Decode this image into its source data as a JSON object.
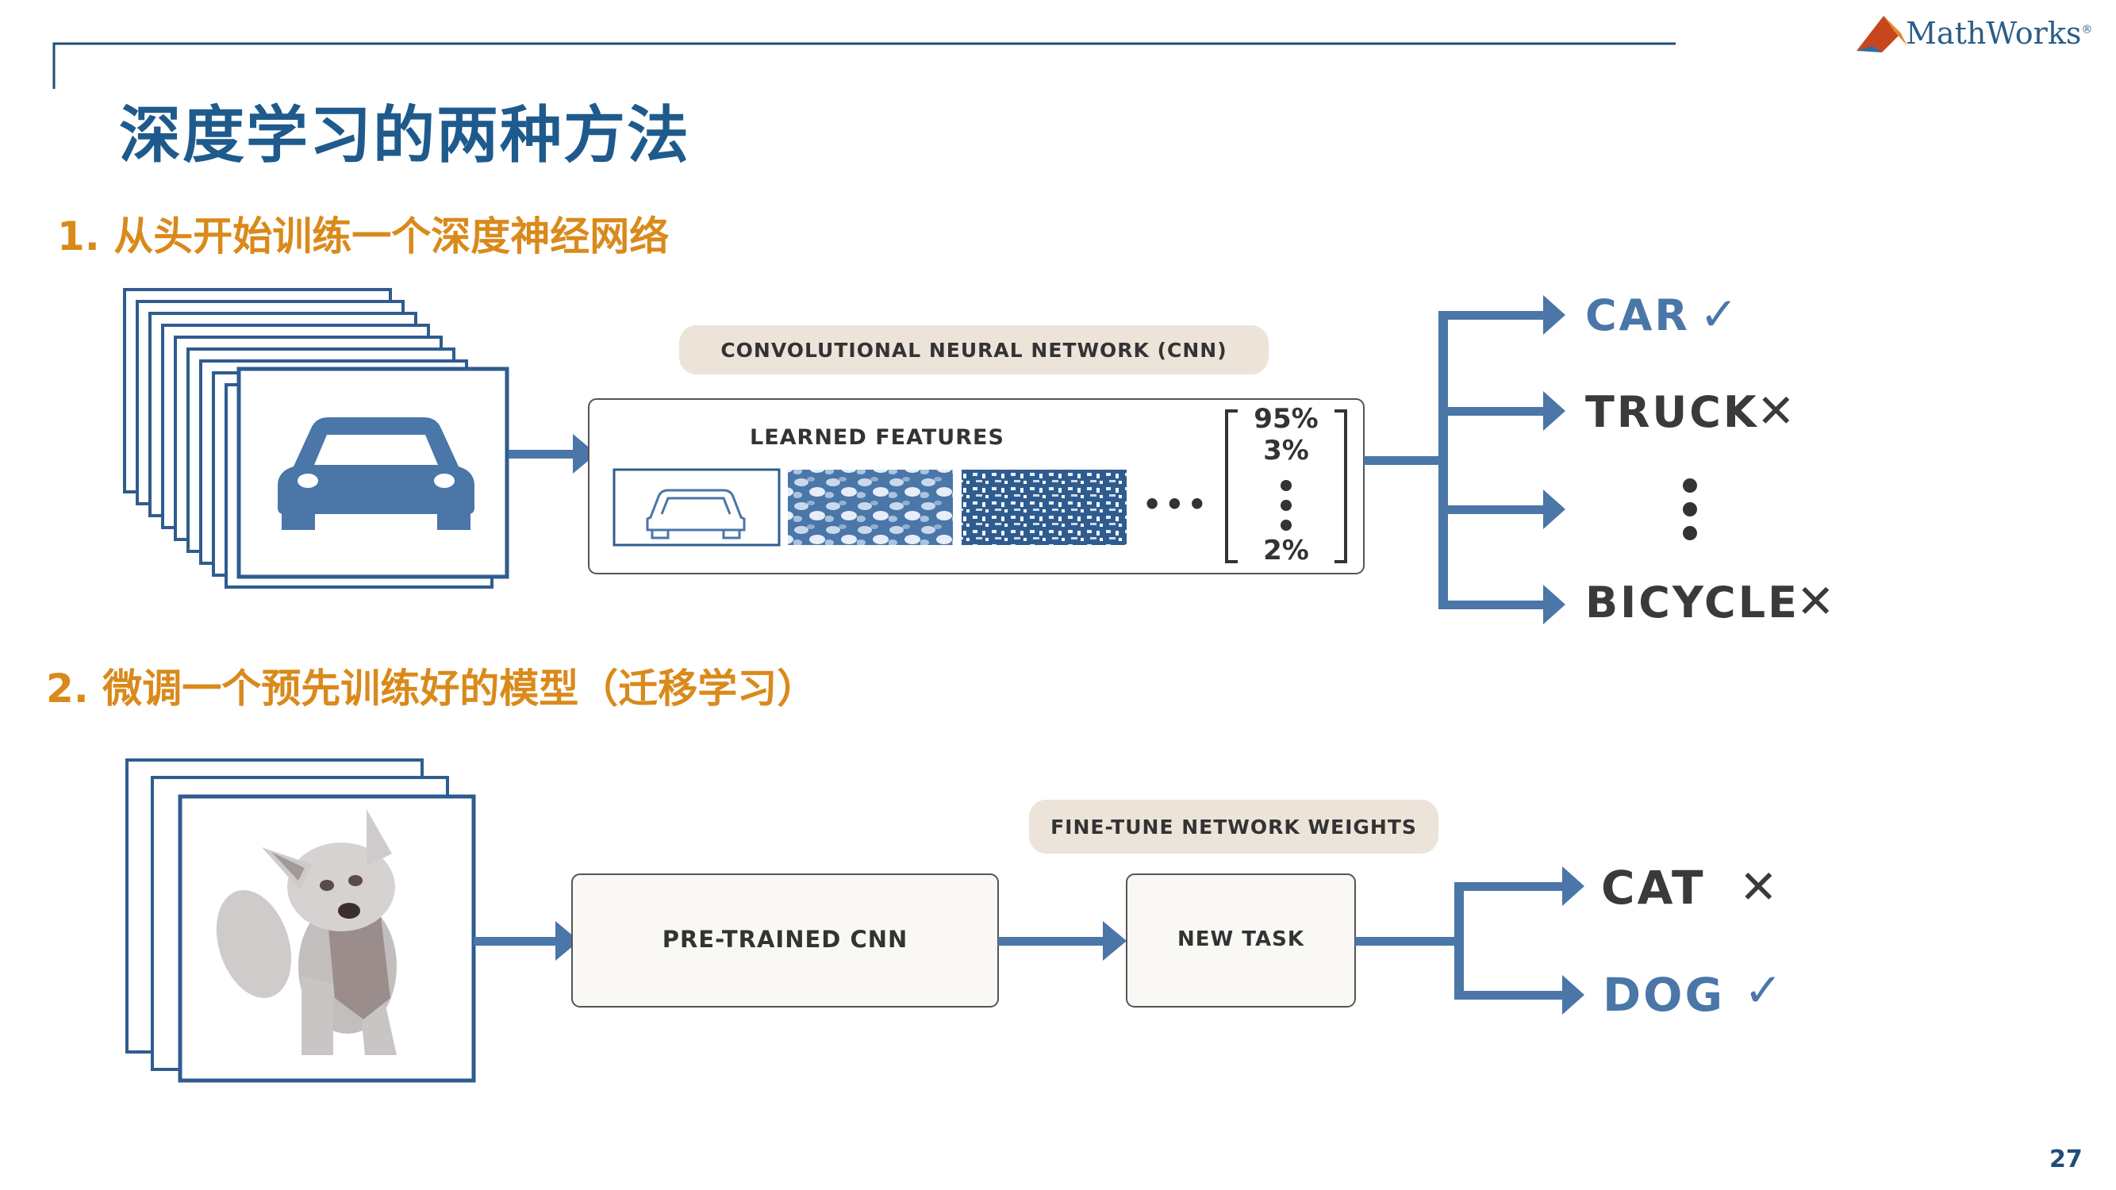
{
  "slide": {
    "title": "深度学习的两种方法",
    "page_number": "27",
    "logo": {
      "text": "MathWorks",
      "mark": "®"
    }
  },
  "section1": {
    "heading": "1. 从头开始训练一个深度神经网络",
    "cnn_label": "CONVOLUTIONAL NEURAL NETWORK (CNN)",
    "features_label": "LEARNED FEATURES",
    "ellipsis": "•••",
    "probabilities": [
      "95%",
      "3%",
      "2%"
    ],
    "outputs": [
      {
        "label": "CAR",
        "mark": "✓",
        "correct": true
      },
      {
        "label": "TRUCK",
        "mark": "✕",
        "correct": false
      },
      {
        "label": "BICYCLE",
        "mark": "✕",
        "correct": false
      }
    ]
  },
  "section2": {
    "heading": "2. 微调一个预先训练好的模型（迁移学习）",
    "finetune_label": "FINE-TUNE NETWORK WEIGHTS",
    "pretrained_label": "PRE-TRAINED CNN",
    "newtask_label": "NEW TASK",
    "outputs": [
      {
        "label": "CAT",
        "mark": "✕",
        "correct": false
      },
      {
        "label": "DOG",
        "mark": "✓",
        "correct": true
      }
    ]
  },
  "colors": {
    "title": "#1f5a8c",
    "heading": "#d98a1b",
    "arrow": "#4a76a8",
    "correct": "#4a76a8",
    "wrong": "#3a3a3a",
    "pill": "#ece3d9"
  }
}
